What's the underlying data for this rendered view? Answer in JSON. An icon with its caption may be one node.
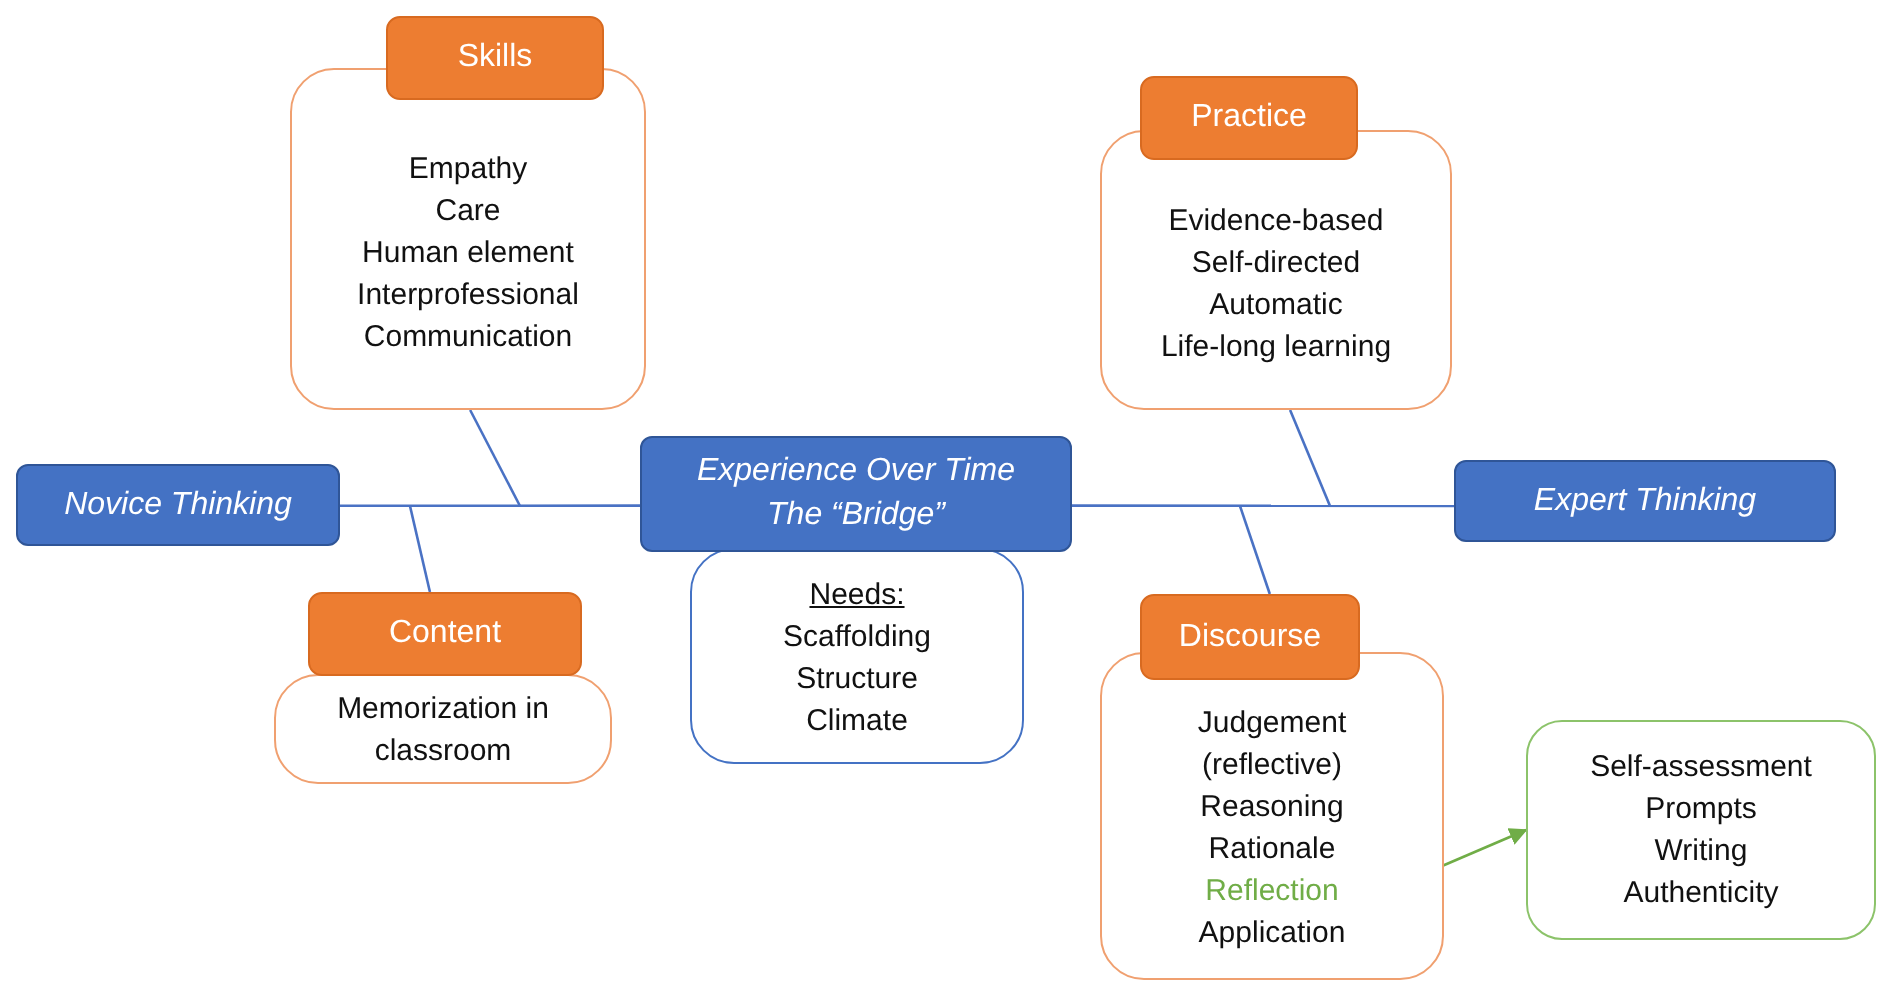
{
  "diagram": {
    "nodes": [
      {
        "text": [
          "Skills"
        ]
      },
      {
        "text": [
          "Empathy",
          "Care",
          "Human element",
          "Interprofessional",
          "Communication"
        ]
      },
      {
        "text": [
          "Practice"
        ]
      },
      {
        "text": [
          "Evidence-based",
          "Self-directed",
          "Automatic",
          "Life-long learning"
        ]
      },
      {
        "text": [
          "Novice Thinking"
        ]
      },
      {
        "text": [
          "Experience Over Time The “Bridge”"
        ]
      },
      {
        "text": [
          "Expert Thinking"
        ]
      },
      {
        "text": [
          "Needs:",
          "Scaffolding",
          "Structure",
          "Climate"
        ]
      },
      {
        "text": [
          "Content"
        ]
      },
      {
        "text": [
          "Memorization in classroom"
        ]
      },
      {
        "text": [
          "Discourse"
        ]
      },
      {
        "text": [
          "Judgement (reflective)",
          "Reasoning",
          "Rationale",
          "Application"
        ]
      },
      {
        "text": [
          "Reflection"
        ],
        "in": 11
      },
      {
        "text": [
          "Self-assessment",
          "Prompts",
          "Writing",
          "Authenticity"
        ]
      }
    ],
    "edges": [
      {
        "from": 4,
        "to": 5,
        "arrow": "none"
      },
      {
        "from": 5,
        "to": 6,
        "arrow": "none"
      },
      {
        "from": 1,
        "to": null,
        "arrow": "none"
      },
      {
        "from": null,
        "to": 8,
        "arrow": "none"
      },
      {
        "from": 3,
        "to": null,
        "arrow": "none"
      },
      {
        "from": null,
        "to": 10,
        "arrow": "none"
      },
      {
        "from": 12,
        "to": 13,
        "arrow": "to",
        "color": "#70ad47"
      }
    ]
  }
}
